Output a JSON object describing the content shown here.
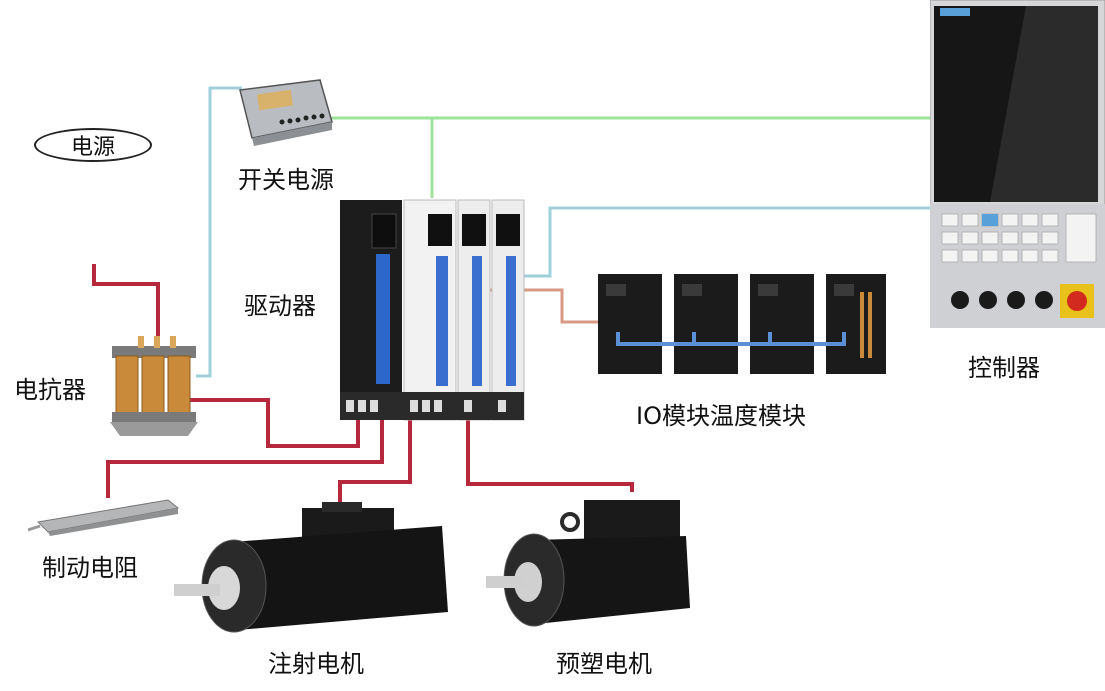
{
  "labels": {
    "power_source": "电源",
    "switch_power_supply": "开关电源",
    "driver": "驱动器",
    "reactor": "电抗器",
    "controller": "控制器",
    "io_modules": "IO模块温度模块",
    "brake_resistor": "制动电阻",
    "injection_motor": "注射电机",
    "plasticizing_motor": "预塑电机"
  },
  "colors": {
    "green_wire": "#9ee39a",
    "blue_wire": "#9fd0dc",
    "red_wire": "#b8283c",
    "salmon_wire": "#d99a84",
    "module_link": "#5b8fd6",
    "dark_device": "#1a1a1a"
  }
}
